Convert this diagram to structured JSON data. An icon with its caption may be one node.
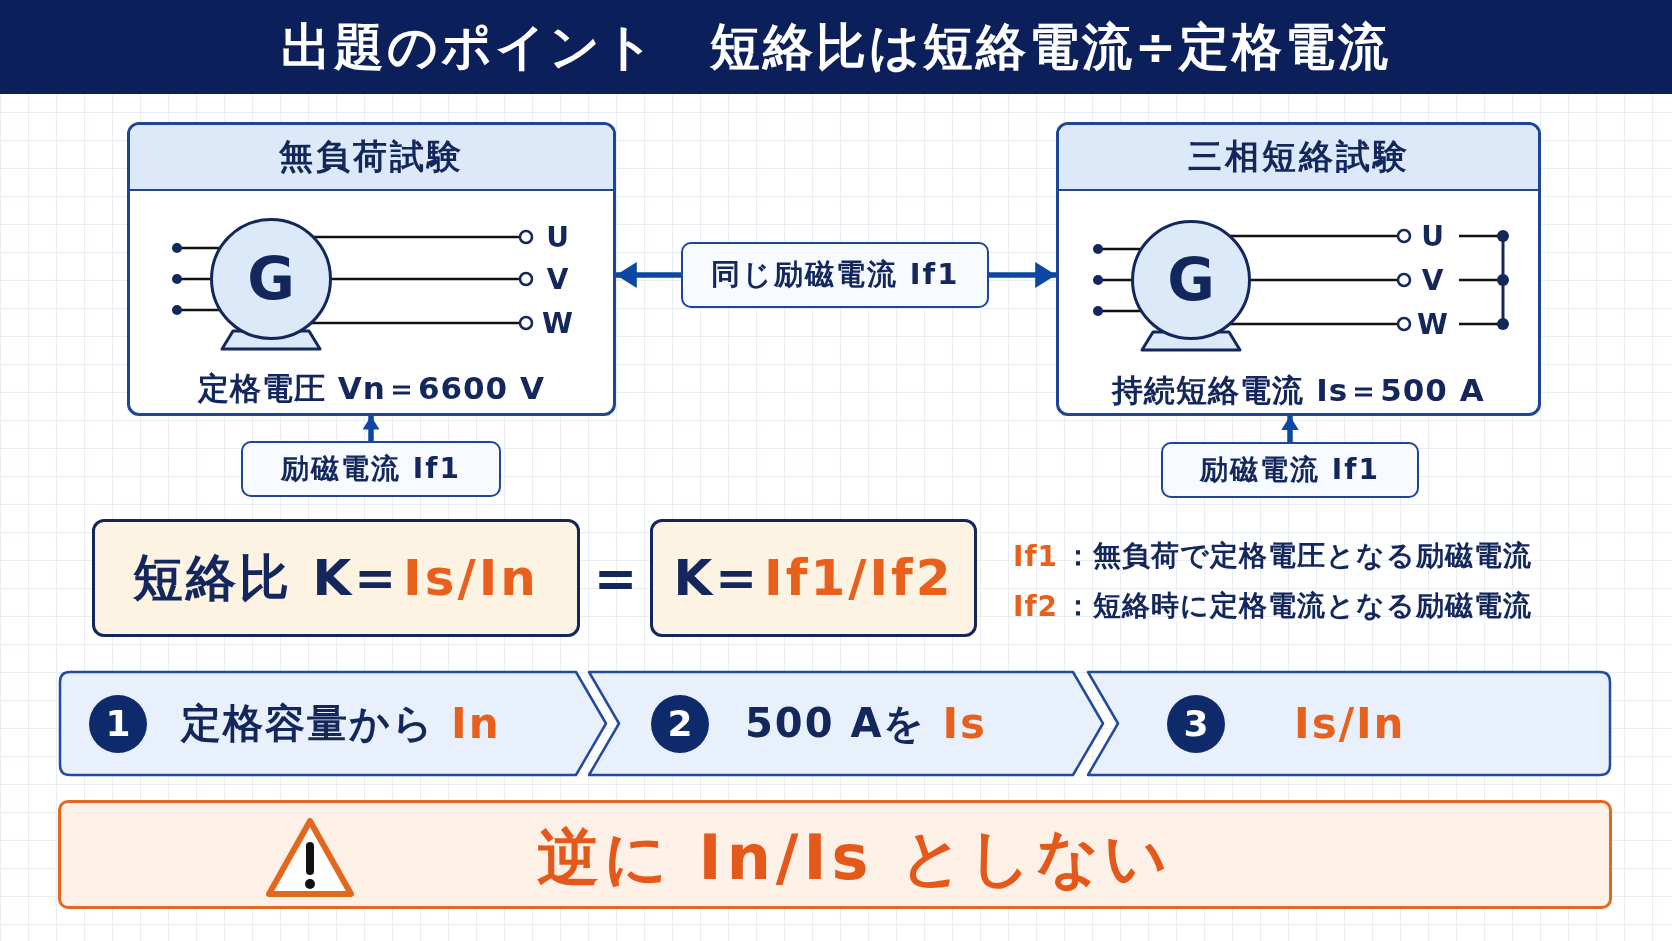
{
  "diagram": {
    "title": "出題のポイント　短絡比は短絡電流÷定格電流",
    "nodes": [
      {
        "text": [
          "無負荷試験",
          "定格電圧 Vn＝6600 V"
        ]
      },
      {
        "text": [
          "G"
        ],
        "in": 0
      },
      {
        "text": [
          "同じ励磁電流 If1"
        ]
      },
      {
        "text": [
          "三相短絡試験",
          "持続短絡電流 Is＝500 A"
        ]
      },
      {
        "text": [
          "G"
        ],
        "in": 3
      },
      {
        "text": [
          "励磁電流 If1"
        ]
      },
      {
        "text": [
          "励磁電流 If1"
        ]
      },
      {
        "text": [
          "短絡比 K=",
          "Is/In"
        ]
      },
      {
        "text": [
          "K=",
          "If1/If2"
        ]
      },
      {
        "text": [
          "1",
          "定格容量から",
          "In"
        ]
      },
      {
        "text": [
          "2",
          "500 Aを",
          "Is"
        ]
      },
      {
        "text": [
          "3",
          "Is/In"
        ]
      },
      {
        "text": [
          "逆に In/Is としない"
        ]
      }
    ],
    "edges": [
      {
        "from": 2,
        "to": 0,
        "arrow": "to"
      },
      {
        "from": 2,
        "to": 3,
        "arrow": "to"
      },
      {
        "from": 5,
        "to": 0,
        "arrow": "to"
      },
      {
        "from": 6,
        "to": 3,
        "arrow": "to"
      }
    ],
    "labels": [
      "U",
      "V",
      "W",
      "U",
      "V",
      "W",
      "=",
      "If1",
      "：無負荷で定格電圧となる励磁電流",
      "If2",
      "：短絡時に定格電流となる励磁電流"
    ]
  }
}
